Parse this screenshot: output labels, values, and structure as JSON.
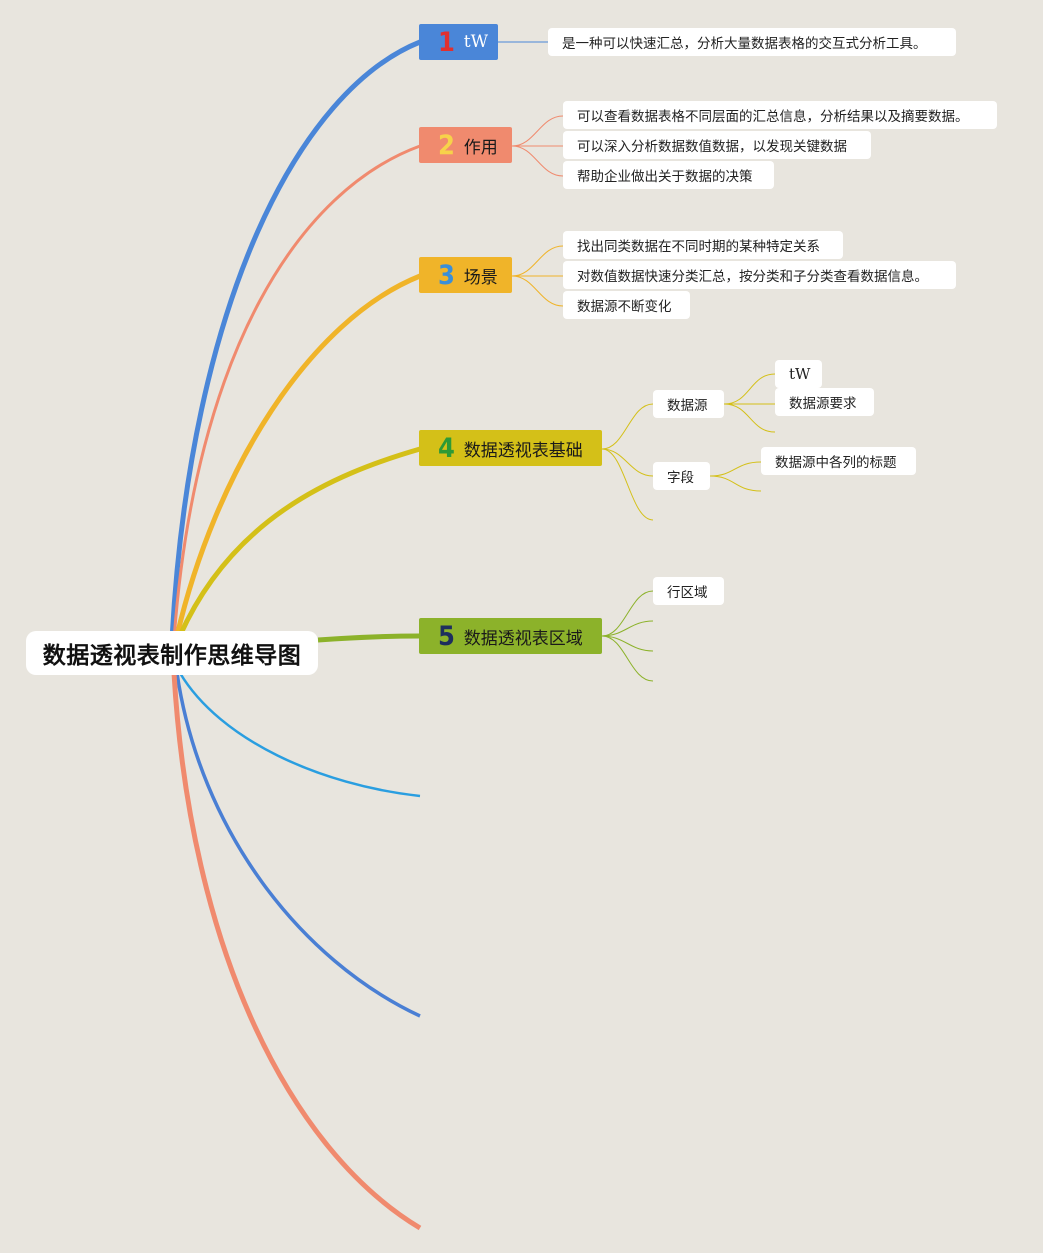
{
  "title": "数据透视表制作思维导图",
  "branches": [
    {
      "num": "1",
      "label": "tW",
      "color": "#4a86d8",
      "num_color": "#e0302f",
      "children": [
        "是一种可以快速汇总，分析大量数据表格的交互式分析工具。"
      ]
    },
    {
      "num": "2",
      "label": "作用",
      "color": "#f08a6e",
      "num_color": "#f7d24a",
      "children": [
        "可以查看数据表格不同层面的汇总信息，分析结果以及摘要数据。",
        "可以深入分析数据数值数据，以发现关键数据",
        "帮助企业做出关于数据的决策"
      ]
    },
    {
      "num": "3",
      "label": "场景",
      "color": "#f0b429",
      "num_color": "#3a8fd8",
      "children": [
        "找出同类数据在不同时期的某种特定关系",
        "对数值数据快速分类汇总，按分类和子分类查看数据信息。",
        "数据源不断变化"
      ]
    },
    {
      "num": "4",
      "label": "数据透视表基础",
      "color": "#d4c018",
      "num_color": "#2e9a36",
      "children": [
        {
          "label": "数据源",
          "children": [
            "tW",
            "数据源要求"
          ]
        },
        {
          "label": "字段",
          "children": [
            "数据源中各列的标题"
          ]
        }
      ]
    },
    {
      "num": "5",
      "label": "数据透视表区域",
      "color": "#8cb22a",
      "num_color": "#1e2e5e",
      "children": [
        "行区域"
      ]
    }
  ],
  "colors": {
    "background": "#e8e5de",
    "curve_blue_light": "#2a9ee0",
    "curve_blue": "#4a7fd4",
    "curve_coral": "#f08a6e"
  }
}
